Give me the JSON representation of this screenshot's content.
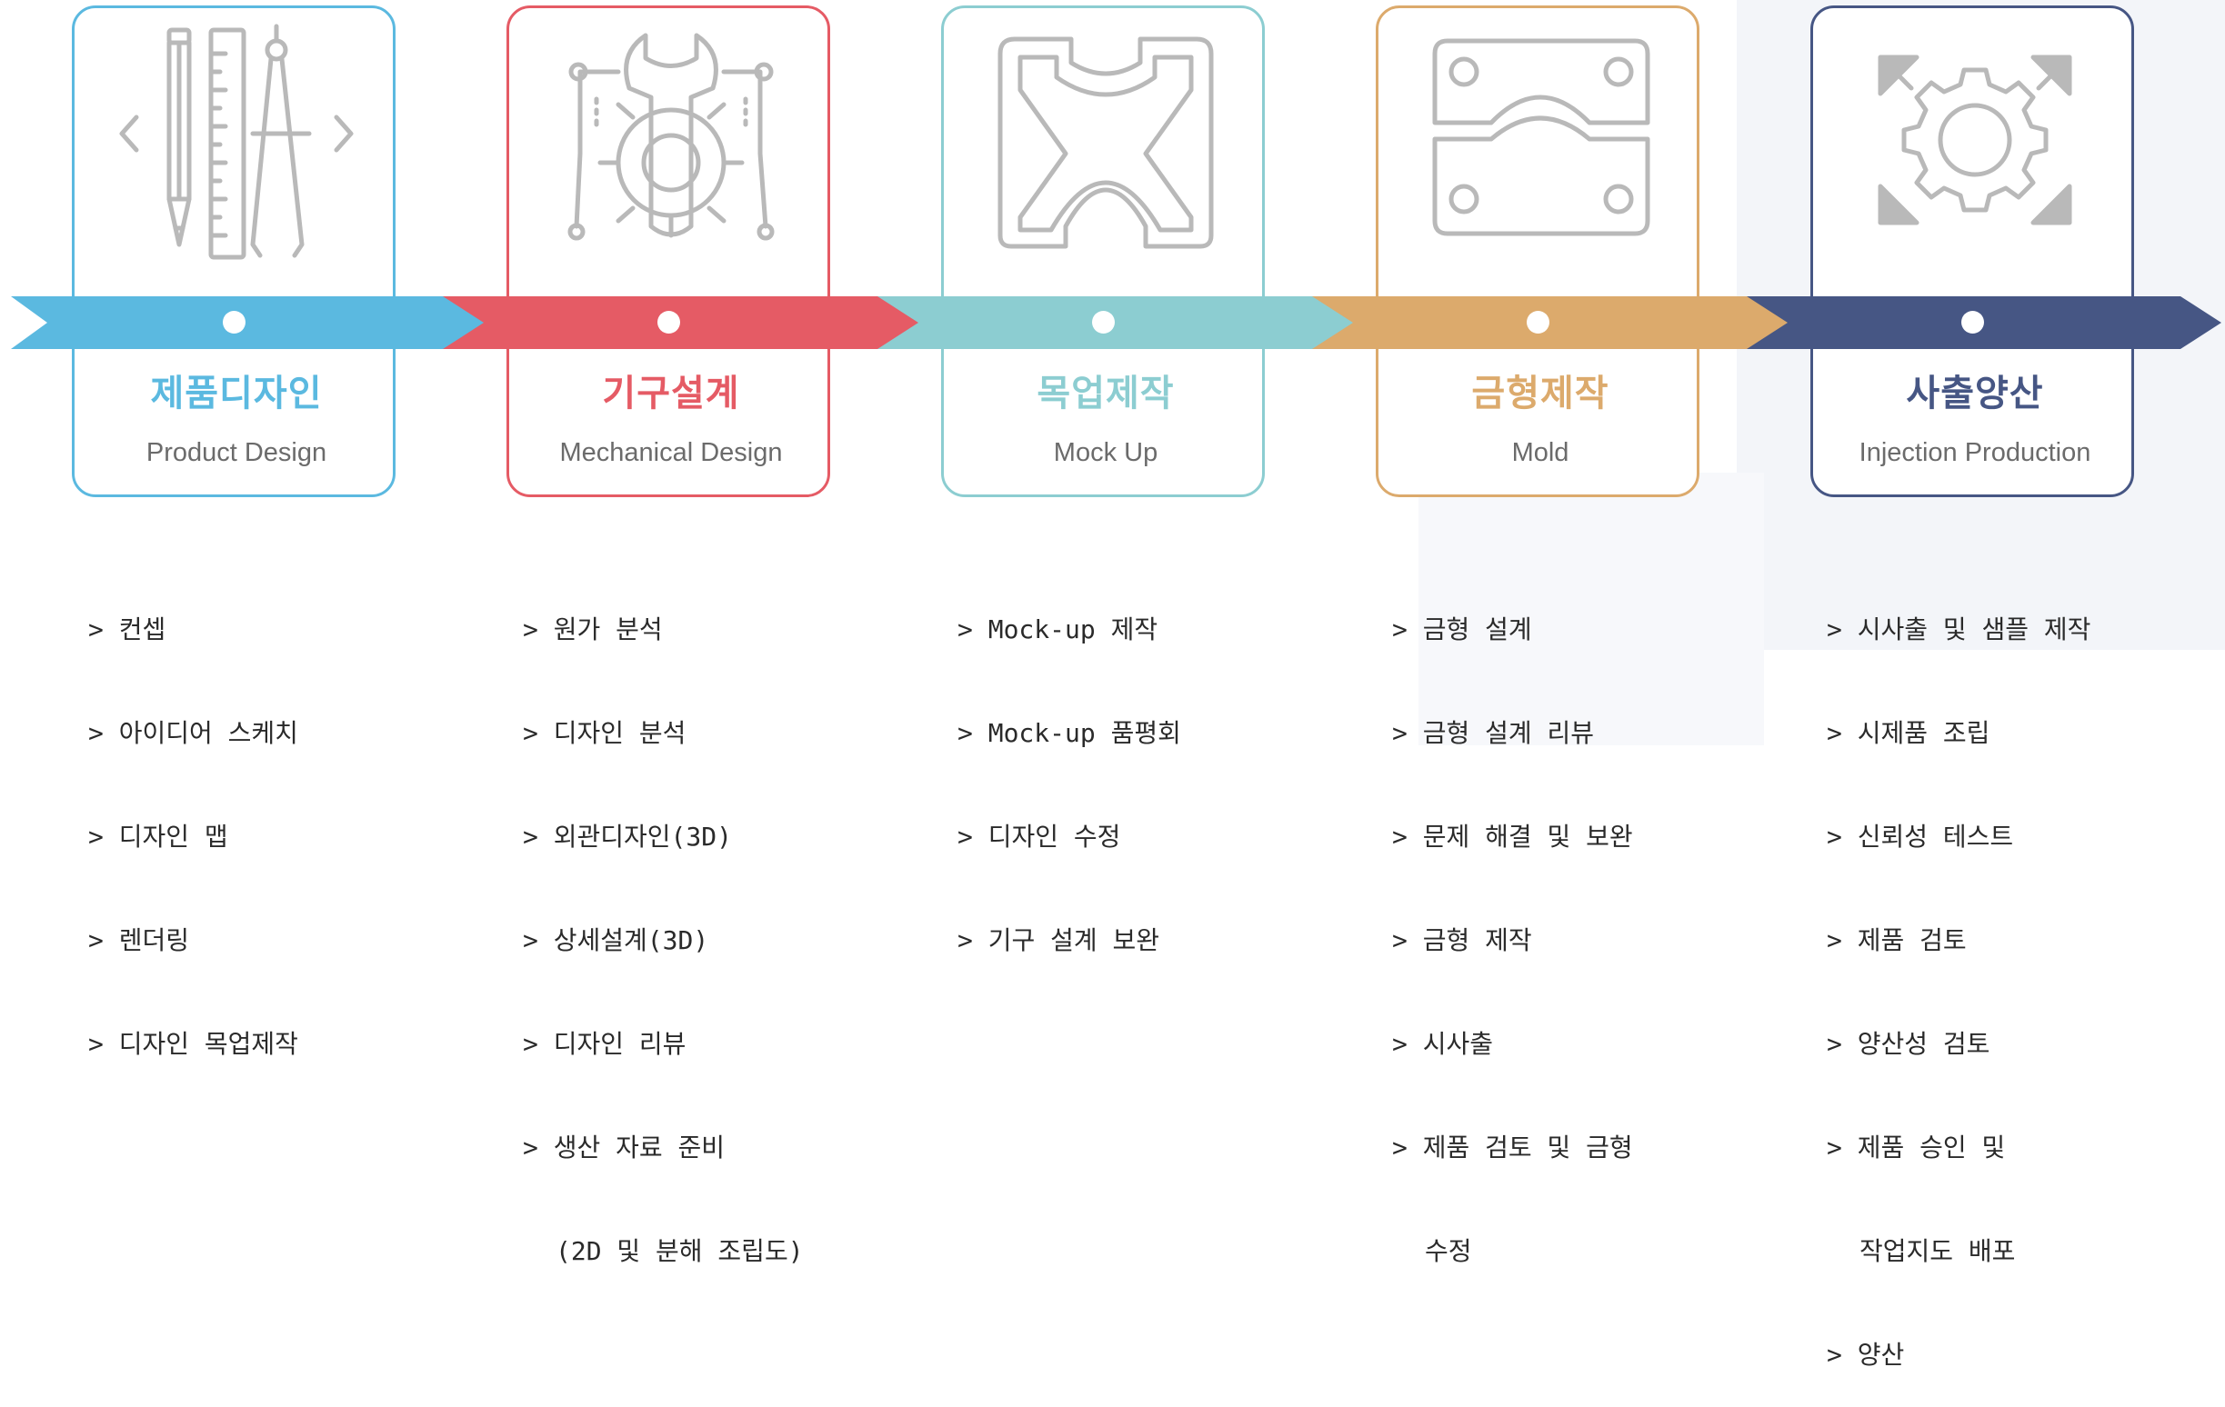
{
  "colors": {
    "design": "#5bb9e0",
    "mechanical": "#e55b65",
    "mockup": "#8ccdd1",
    "mold": "#dcaa6c",
    "production": "#465684",
    "icon": "#b9b9b9"
  },
  "stages": [
    {
      "title": "제품디자인",
      "subtitle": "Product Design",
      "icon": "drafting-tools-icon",
      "tasks": [
        "> 컨셉",
        "> 아이디어 스케치",
        "> 디자인 맵",
        "> 렌더링",
        "> 디자인 목업제작"
      ]
    },
    {
      "title": "기구설계",
      "subtitle": "Mechanical Design",
      "icon": "wrench-gear-icon",
      "tasks": [
        "> 원가 분석",
        "> 디자인 분석",
        "> 외관디자인(3D)",
        "> 상세설계(3D)",
        "> 디자인 리뷰",
        "> 생산 자료 준비",
        "(2D 및 분해 조립도)"
      ]
    },
    {
      "title": "목업제작",
      "subtitle": "Mock Up",
      "icon": "mockup-shape-icon",
      "tasks": [
        "> Mock-up 제작",
        "> Mock-up 품평회",
        "> 디자인 수정",
        "> 기구 설계 보완"
      ]
    },
    {
      "title": "금형제작",
      "subtitle": "Mold",
      "icon": "mold-plate-icon",
      "tasks": [
        "> 금형 설계",
        "> 금형 설계 리뷰",
        "> 문제 해결 및 보완",
        "> 금형 제작",
        "> 시사출",
        "> 제품 검토 및 금형",
        "수정"
      ]
    },
    {
      "title": "사출양산",
      "subtitle": "Injection Production",
      "icon": "gear-arrows-icon",
      "tasks": [
        "> 시사출 및 샘플 제작",
        "> 시제품 조립",
        "> 신뢰성 테스트",
        "> 제품 검토",
        "> 양산성 검토",
        "> 제품 승인 및",
        "작업지도 배포",
        "> 양산"
      ]
    }
  ]
}
